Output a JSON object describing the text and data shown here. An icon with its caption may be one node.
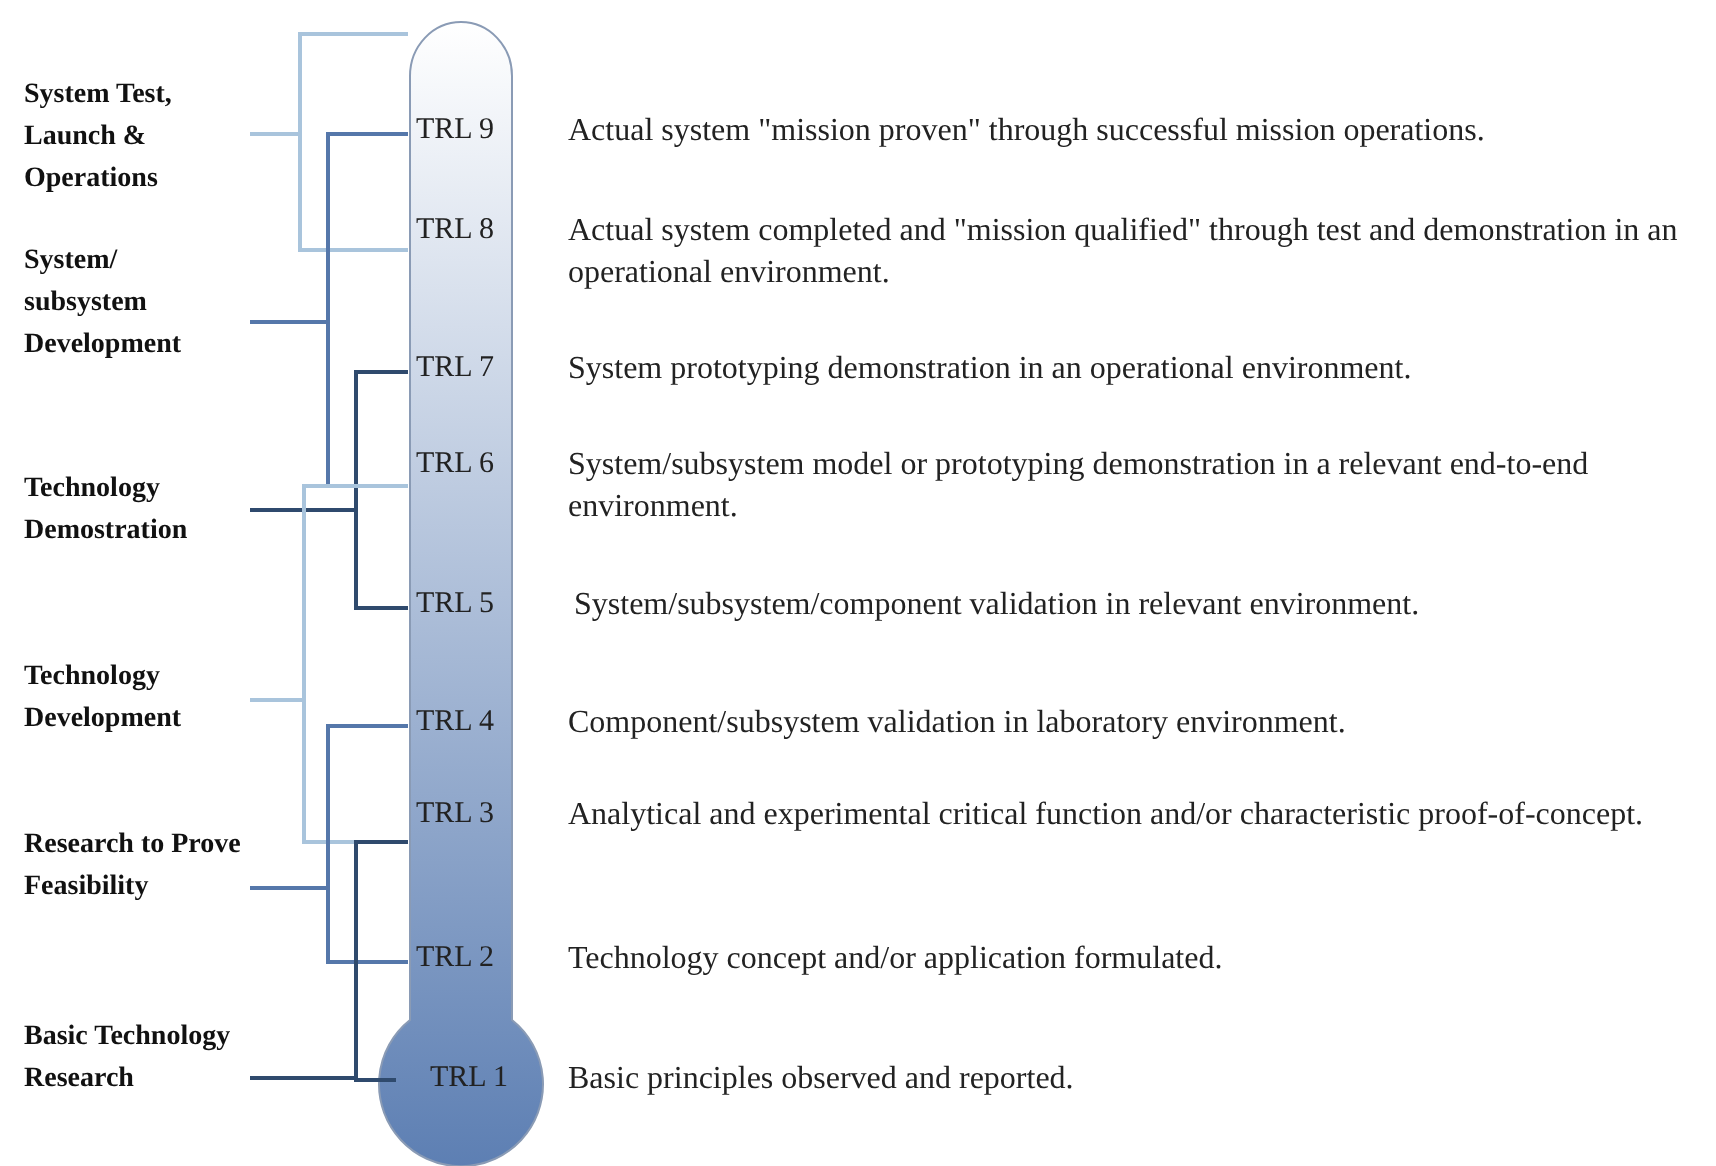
{
  "diagram": {
    "nodes": [
      {
        "text": [
          "TRL 9"
        ],
        "beside": [
          "Actual system \"mission proven\" through successful mission operations."
        ]
      },
      {
        "text": [
          "TRL 8"
        ],
        "beside": [
          "Actual system completed and \"mission qualified\" through test and demonstration in an operational environment."
        ]
      },
      {
        "text": [
          "TRL 7"
        ],
        "beside": [
          "System prototyping demonstration in an operational environment."
        ]
      },
      {
        "text": [
          "TRL 6"
        ],
        "beside": [
          "System/subsystem model or prototyping demonstration in a relevant end-to-end environment."
        ]
      },
      {
        "text": [
          "TRL 5"
        ],
        "beside": [
          "System/subsystem/component validation in relevant environment."
        ]
      },
      {
        "text": [
          "TRL 4"
        ],
        "beside": [
          "Component/subsystem validation in laboratory environment."
        ]
      },
      {
        "text": [
          "TRL 3"
        ],
        "beside": [
          "Analytical and experimental critical function and/or characteristic proof-of-concept."
        ]
      },
      {
        "text": [
          "TRL 2"
        ],
        "beside": [
          "Technology concept and/or application formulated."
        ]
      },
      {
        "text": [
          "TRL 1"
        ],
        "beside": [
          "Basic principles observed and reported."
        ]
      }
    ],
    "labels": [
      "System Test, Launch & Operations",
      "System/ subsystem Development",
      "Technology Demostration",
      "Technology Development",
      "Research to Prove Feasibility",
      "Basic Technology Research"
    ]
  }
}
